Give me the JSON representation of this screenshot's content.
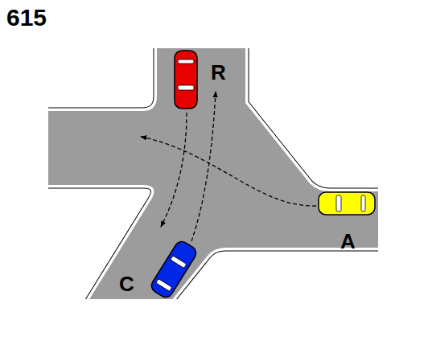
{
  "diagram": {
    "title": "615",
    "labels": [
      "R",
      "A",
      "C"
    ]
  }
}
